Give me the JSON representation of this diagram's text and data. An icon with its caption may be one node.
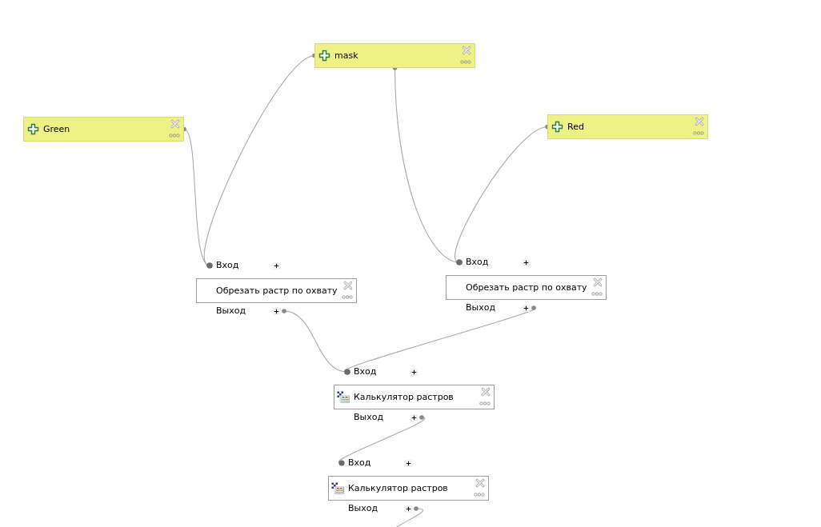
{
  "diagram": {
    "nodes": [
      {
        "text": [
          "mask"
        ]
      },
      {
        "text": [
          "Green"
        ]
      },
      {
        "text": [
          "Red"
        ]
      },
      {
        "text": [
          "Вход"
        ]
      },
      {
        "text": [
          "Обрезать растр по охвату"
        ],
        "beside": [
          "Выход"
        ]
      },
      {
        "text": [
          "Вход"
        ]
      },
      {
        "text": [
          "Обрезать растр по охвату"
        ],
        "beside": [
          "Выход"
        ]
      },
      {
        "text": [
          "Вход"
        ]
      },
      {
        "text": [
          "Калькулятор растров"
        ],
        "beside": [
          "Выход"
        ]
      },
      {
        "text": [
          "Вход"
        ]
      },
      {
        "text": [
          "Калькулятор растров"
        ],
        "beside": [
          "Выход"
        ]
      }
    ],
    "edges": [
      {
        "from": 0,
        "to": 3,
        "arrow": "other"
      },
      {
        "from": 1,
        "to": 3,
        "arrow": "other"
      },
      {
        "from": 0,
        "to": 5,
        "arrow": "other"
      },
      {
        "from": 2,
        "to": 5,
        "arrow": "other"
      },
      {
        "from": 4,
        "to": 7,
        "arrow": "other"
      },
      {
        "from": 6,
        "to": 7,
        "arrow": "other"
      },
      {
        "from": 8,
        "to": 9,
        "arrow": "other"
      },
      {
        "from": 10,
        "to": null,
        "arrow": "other"
      }
    ]
  }
}
